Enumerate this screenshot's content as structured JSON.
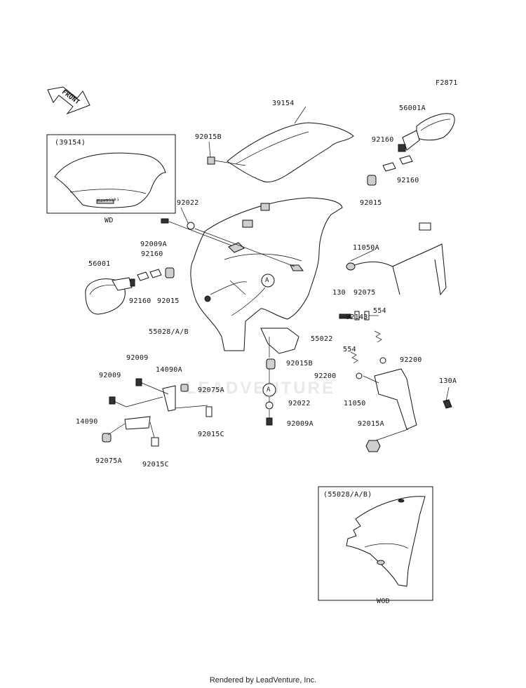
{
  "diagram": {
    "ref_code": "F2871",
    "front_arrow_label": "FRONT",
    "windshield_brand": "Kawasaki",
    "watermark": "LEADVENTURE"
  },
  "insets": {
    "wd": {
      "part": "(39154)",
      "caption": "WD"
    },
    "wod": {
      "part": "(55028/A/B)",
      "caption": "WOD"
    }
  },
  "callouts": {
    "c39154": "39154",
    "c56001A": "56001A",
    "c92015B_top": "92015B",
    "c92160_r1": "92160",
    "c92160_r2": "92160",
    "c92015_r": "92015",
    "c92022_top": "92022",
    "c92009A_top": "92009A",
    "c92160_l1": "92160",
    "c56001": "56001",
    "c92160_l2": "92160",
    "c92015_l": "92015",
    "c11050A": "11050A",
    "c130": "130",
    "c92075": "92075",
    "c92143": "92143",
    "c554_a": "554",
    "c554_b": "554",
    "c55028": "55028/A/B",
    "c55022": "55022",
    "c92015B_mid": "92015B",
    "c92200_l": "92200",
    "c92200_r": "92200",
    "c130A": "130A",
    "c11050": "11050",
    "c92015A": "92015A",
    "c92009_a": "92009",
    "c92009_b": "92009",
    "c14090A": "14090A",
    "c92075A_r": "92075A",
    "c92022_mid": "92022",
    "c92009A_mid": "92009A",
    "c14090": "14090",
    "c92015C_r": "92015C",
    "c92075A_l": "92075A",
    "c92015C_l": "92015C",
    "marker_a1": "A",
    "marker_a2": "A"
  },
  "footer": "Rendered by LeadVenture, Inc."
}
